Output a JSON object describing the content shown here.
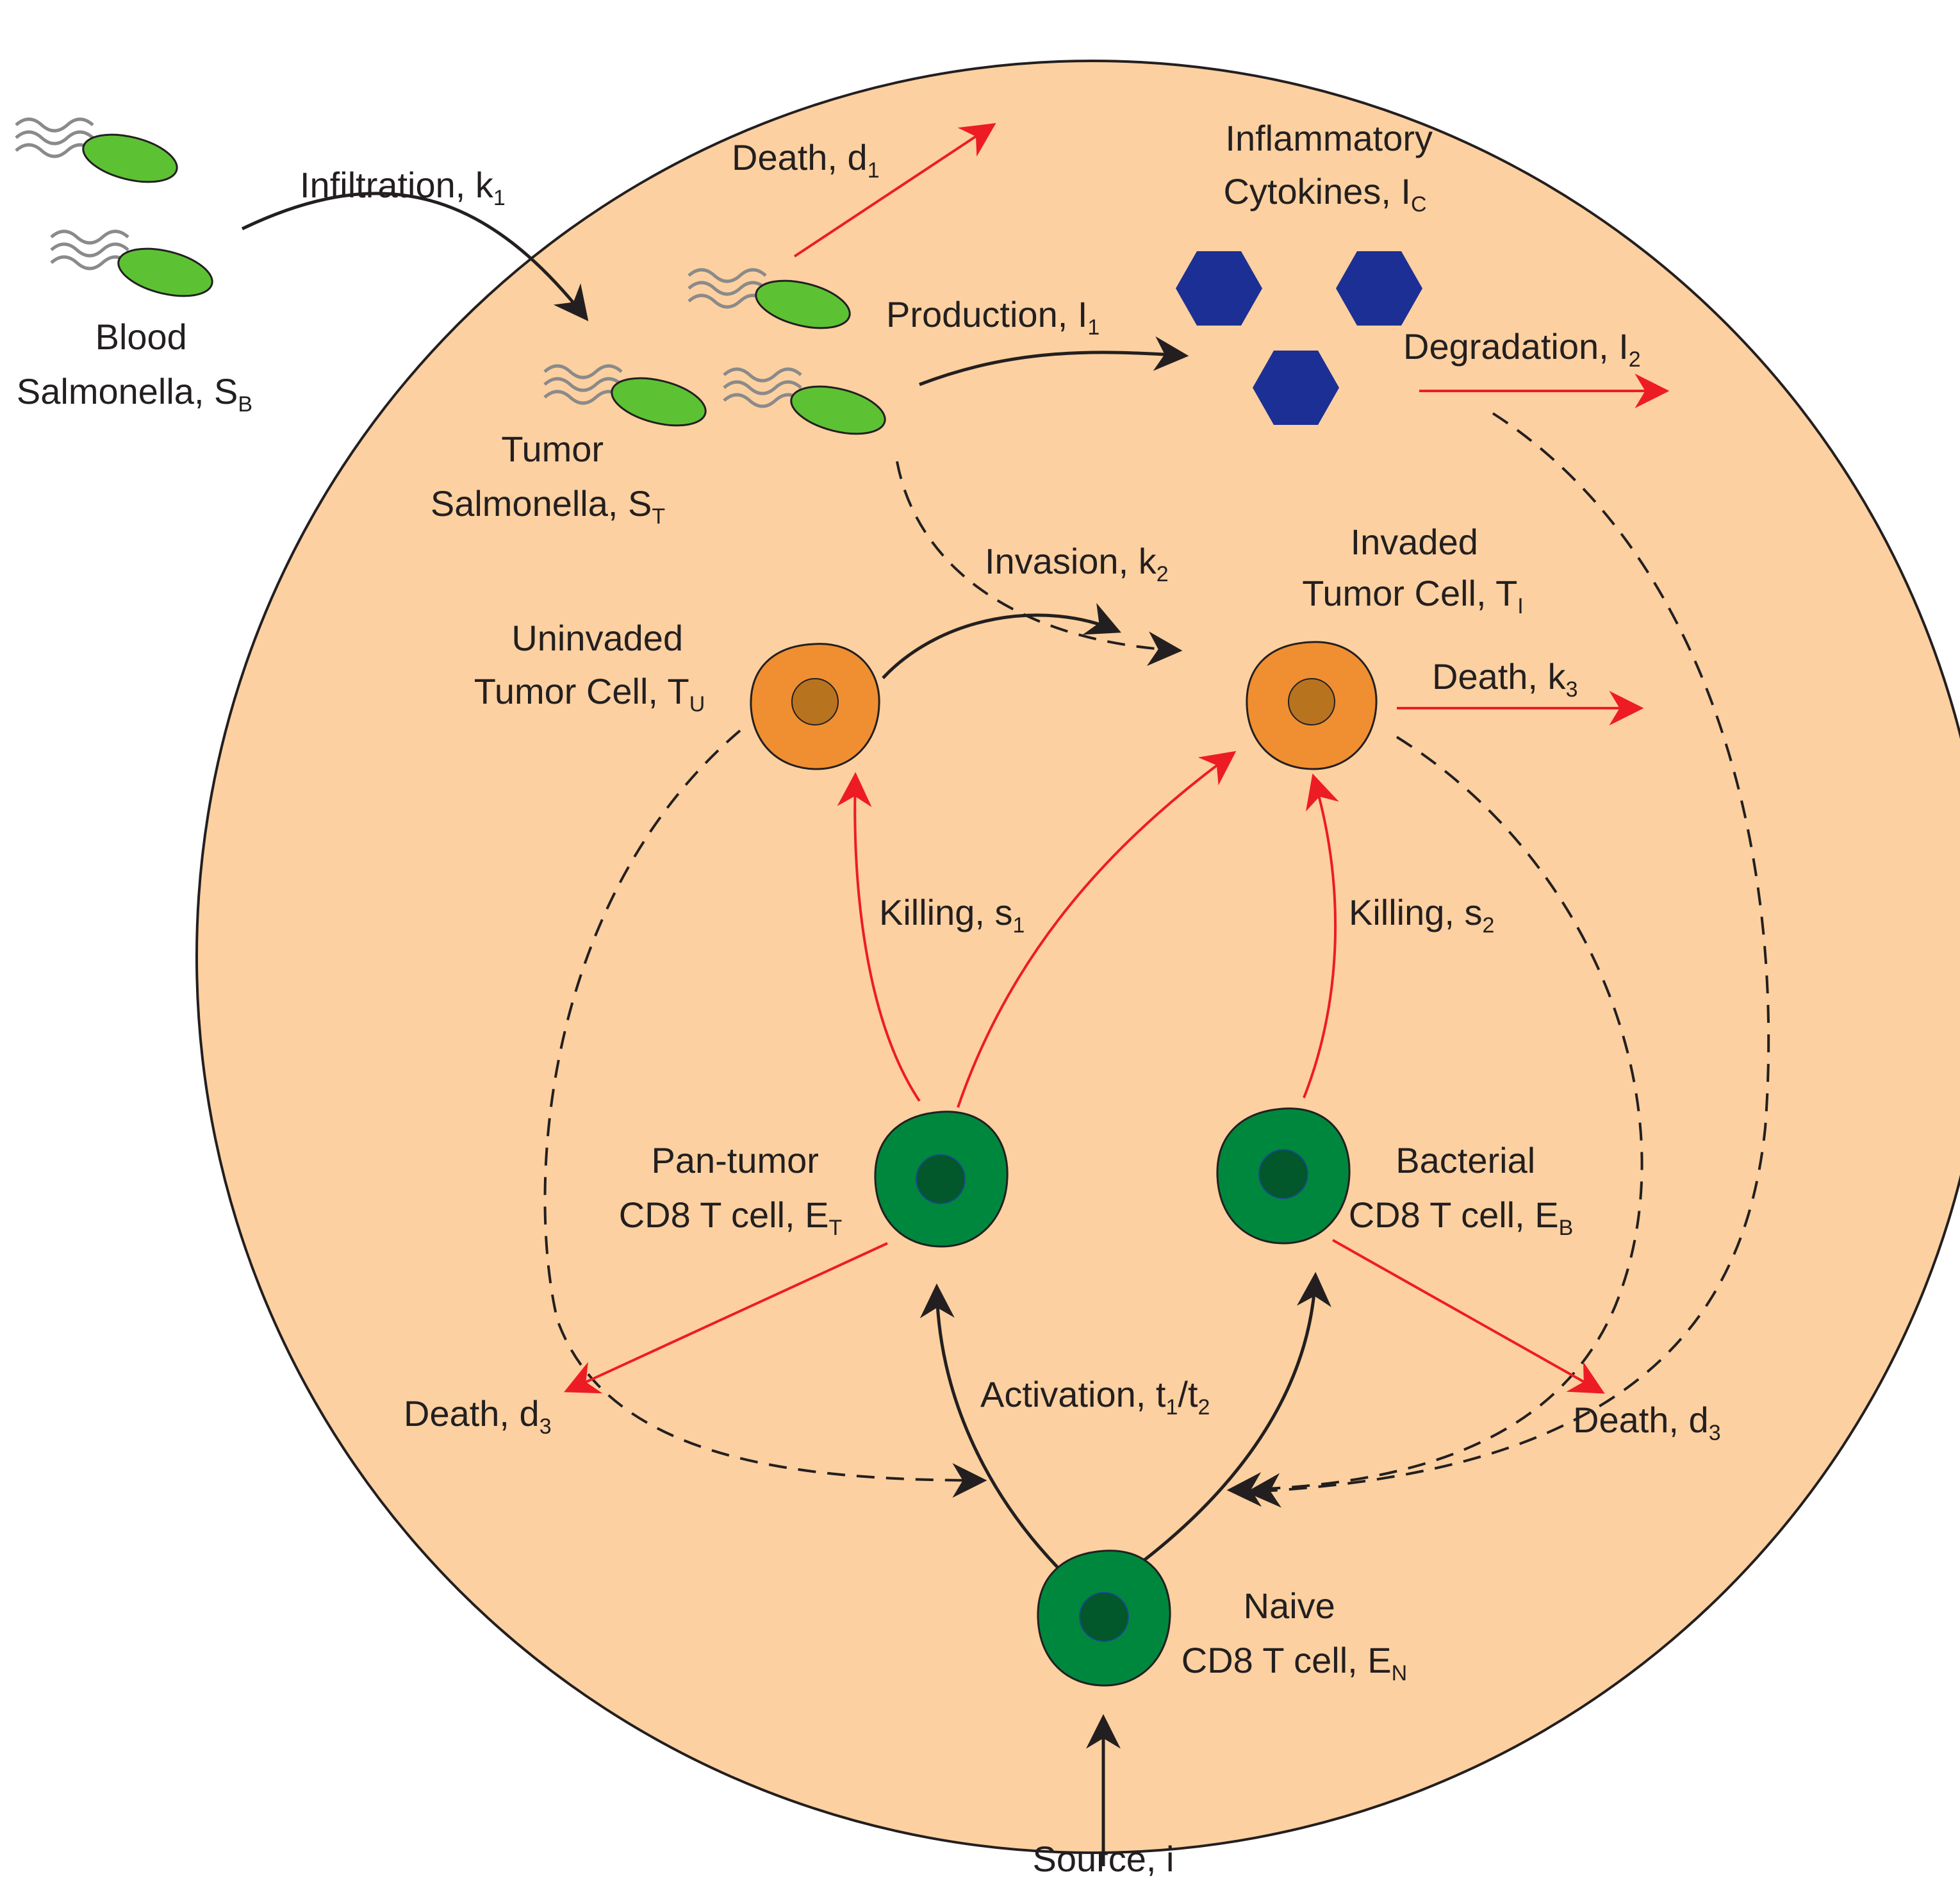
{
  "colors": {
    "tumor_fill": "#fcd0a0",
    "outline": "#231f20",
    "red_arrow": "#ed1c24",
    "black_arrow": "#231f20",
    "salmonella_fill": "#5cc234",
    "cytokine_fill": "#1c2f94",
    "tumor_cell_fill": "#ef8f31",
    "tcell_fill": "#00873e",
    "tcell_nucleus": "#02572b"
  },
  "labels": {
    "blood_salmonella": {
      "line1": "Blood",
      "line2": "Salmonella, S",
      "sub": "B"
    },
    "infiltration": {
      "text": "Infiltration, k",
      "sub": "1"
    },
    "death_d1": {
      "text": "Death, d",
      "sub": "1"
    },
    "inflammatory": {
      "line1": "Inflammatory",
      "line2": "Cytokines, I",
      "sub": "C"
    },
    "production": {
      "text": "Production, I",
      "sub": "1"
    },
    "degradation": {
      "text": "Degradation, I",
      "sub": "2"
    },
    "tumor_salmonella": {
      "line1": "Tumor",
      "line2": "Salmonella, S",
      "sub": "T"
    },
    "invasion": {
      "text": "Invasion, k",
      "sub": "2"
    },
    "invaded_tumor": {
      "line1": "Invaded",
      "line2": "Tumor Cell, T",
      "sub": "I"
    },
    "uninvaded_tumor": {
      "line1": "Uninvaded",
      "line2": "Tumor Cell, T",
      "sub": "U"
    },
    "death_k3": {
      "text": "Death, k",
      "sub": "3"
    },
    "killing_s1": {
      "text": "Killing, s",
      "sub": "1"
    },
    "killing_s2": {
      "text": "Killing, s",
      "sub": "2"
    },
    "pan_tumor": {
      "line1": "Pan-tumor",
      "line2": "CD8 T cell, E",
      "sub": "T"
    },
    "bacterial": {
      "line1": "Bacterial",
      "line2": "CD8 T cell, E",
      "sub": "B"
    },
    "death_d3_left": {
      "text": "Death, d",
      "sub": "3"
    },
    "death_d3_right": {
      "text": "Death, d",
      "sub": "3"
    },
    "activation": {
      "text1": "Activation, t",
      "sub1": "1",
      "text2": "/t",
      "sub2": "2"
    },
    "naive": {
      "line1": "Naive",
      "line2": "CD8 T cell, E",
      "sub": "N"
    },
    "source": {
      "text": "Source, i"
    }
  }
}
